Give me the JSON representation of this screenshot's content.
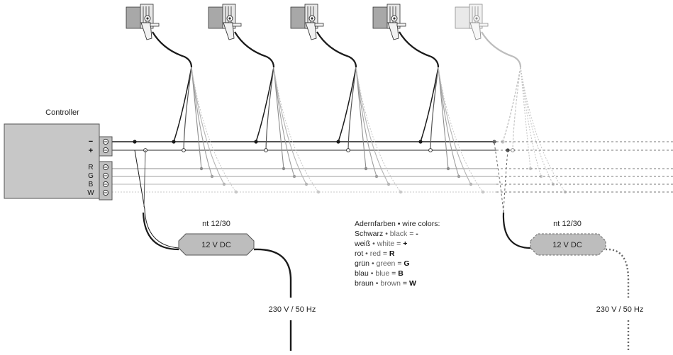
{
  "controller": {
    "title": "Controller",
    "terminal_minus": "−",
    "terminal_plus": "+",
    "channels": [
      "R",
      "G",
      "B",
      "W"
    ]
  },
  "power_supplies": [
    {
      "name": "nt 12/30",
      "output": "12 V DC",
      "input": "230 V / 50 Hz",
      "style": "solid"
    },
    {
      "name": "nt 12/30",
      "output": "12 V DC",
      "input": "230 V / 50 Hz",
      "style": "dashed"
    }
  ],
  "legend": {
    "title": "Adernfarben • wire colors:",
    "items": [
      {
        "de": "Schwarz",
        "en": "black",
        "code": "-"
      },
      {
        "de": "weiß",
        "en": "white",
        "code": "+"
      },
      {
        "de": "rot",
        "en": "red",
        "code": "R"
      },
      {
        "de": "grün",
        "en": "green",
        "code": "G"
      },
      {
        "de": "blau",
        "en": "blue",
        "code": "B"
      },
      {
        "de": "braun",
        "en": "brown",
        "code": "W"
      }
    ],
    "separator": "•",
    "equals": "="
  },
  "fixtures": {
    "count": 5,
    "ghosted_index": 4
  },
  "colors": {
    "wire_black": "#1a1a1a",
    "wire_white": "#555555",
    "wire_r": "#8c8c8c",
    "wire_g": "#9e9e9e",
    "wire_b": "#b4b4b4",
    "wire_w": "#c8c8c8",
    "housing": "#a8a8a8",
    "housing_ghost": "#d8d8d8",
    "psu_fill": "#bdbdbd"
  }
}
